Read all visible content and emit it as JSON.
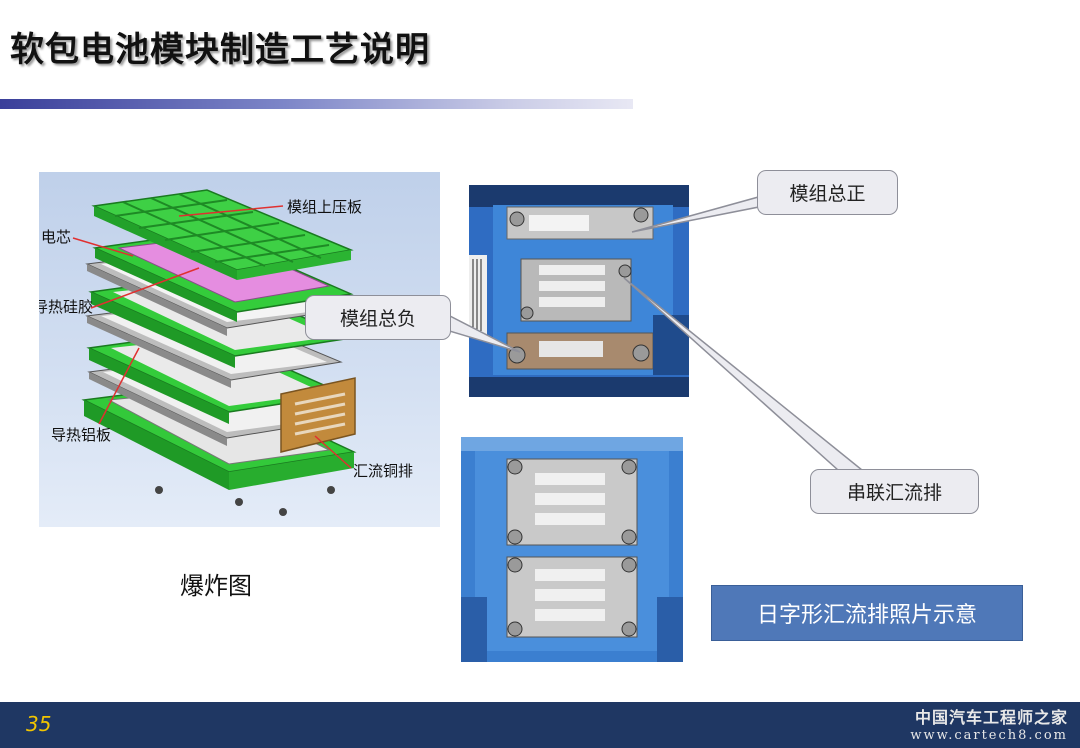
{
  "title": "软包电池模块制造工艺说明",
  "exploded_view": {
    "labels": {
      "top_plate": "模组上压板",
      "cell": "电芯",
      "thermal_silicone": "导热硅胶",
      "thermal_al_plate": "导热铝板",
      "copper_busbar": "汇流铜排"
    },
    "caption": "爆炸图"
  },
  "callouts": {
    "module_positive": "模组总正",
    "module_negative": "模组总负",
    "series_busbar": "串联汇流排"
  },
  "photo_note": "日字形汇流排照片示意",
  "footer": {
    "page_number": "35",
    "watermark_cn": "中国汽车工程师之家",
    "watermark_url": "www.cartech8.com"
  }
}
